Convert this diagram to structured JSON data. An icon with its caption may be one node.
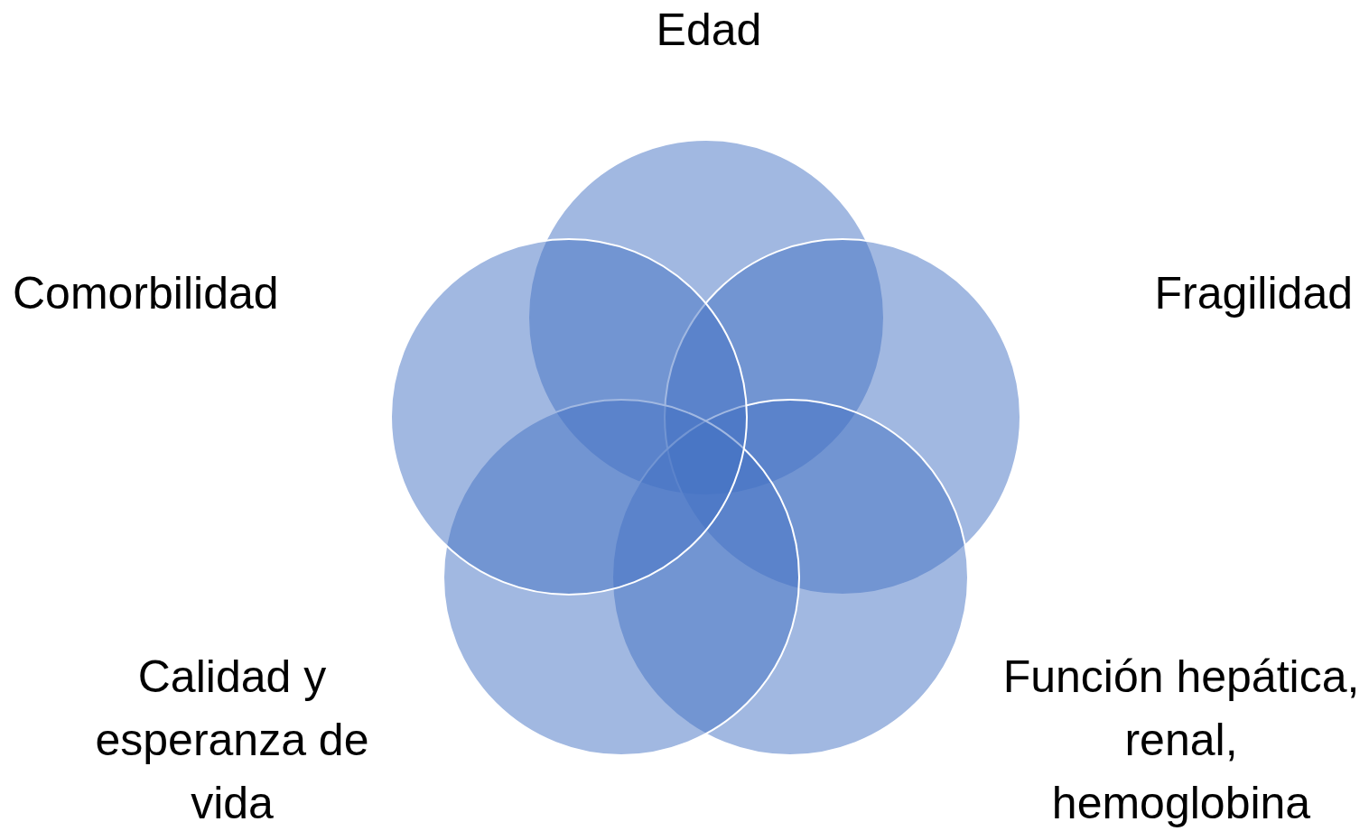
{
  "diagram": {
    "nodes": [
      {
        "text": [
          "Edad"
        ]
      },
      {
        "text": [
          "Fragilidad"
        ]
      },
      {
        "text": [
          "Función hepática, renal, hemoglobina"
        ]
      },
      {
        "text": [
          "Calidad y esperanza de vida"
        ]
      },
      {
        "text": [
          "Comorbilidad"
        ]
      }
    ]
  }
}
